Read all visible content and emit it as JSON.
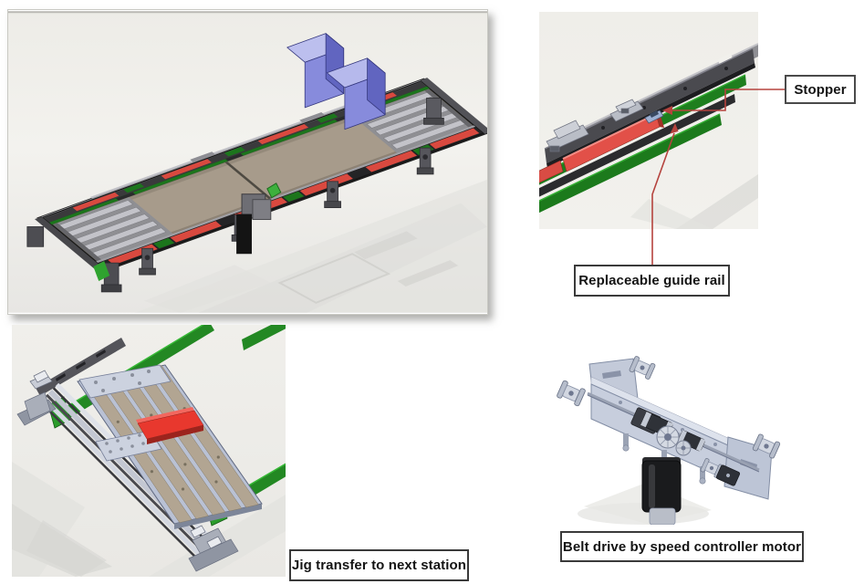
{
  "document": {
    "background": "#ffffff",
    "figure_count": 4
  },
  "labels": {
    "stopper": "Stopper",
    "replaceable_guide_rail": "Replaceable guide rail",
    "jig_transfer": "Jig transfer to next station",
    "belt_drive": "Belt drive by speed controller motor"
  },
  "figures": {
    "overview": "conveyor-with-jig-and-boxes-render",
    "stopper_detail": "stopper-and-guide-rail-closeup-render",
    "jig_transfer": "jig-cross-transfer-unit-render",
    "belt_drive": "belt-drive-motor-unit-render"
  },
  "colors": {
    "leader_line": "#b5433e",
    "label_border": "#3a3a3a",
    "belt_green": "#1e7e1e",
    "jig_red": "#e04a3f",
    "box_purple": "#878bdc",
    "metal_gray": "#c7cedd",
    "rail_dark": "#2f2f31"
  }
}
